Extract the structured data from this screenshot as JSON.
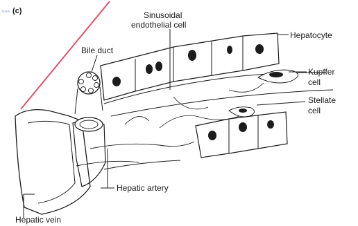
{
  "panel_letter": "(c)",
  "labels": {
    "sinusoidal_line1": "Sinusoidal",
    "sinusoidal_line2": "endothelial cell",
    "hepatocyte": "Hepatocyte",
    "bile_duct": "Bile duct",
    "kupffer_line1": "Kupffer",
    "kupffer_line2": "cell",
    "stellate_line1": "Stellate",
    "stellate_line2": "cell",
    "hepatic_artery": "Hepatic artery",
    "hepatic_vein": "Hepatic vein"
  },
  "colors": {
    "ink": "#1a1a1a",
    "accent_line": "#e0506a",
    "nucleus": "#1c1c1c",
    "stamp": "#9aa8d6"
  },
  "stamp_glyphs": "≡≡≡≡≡"
}
